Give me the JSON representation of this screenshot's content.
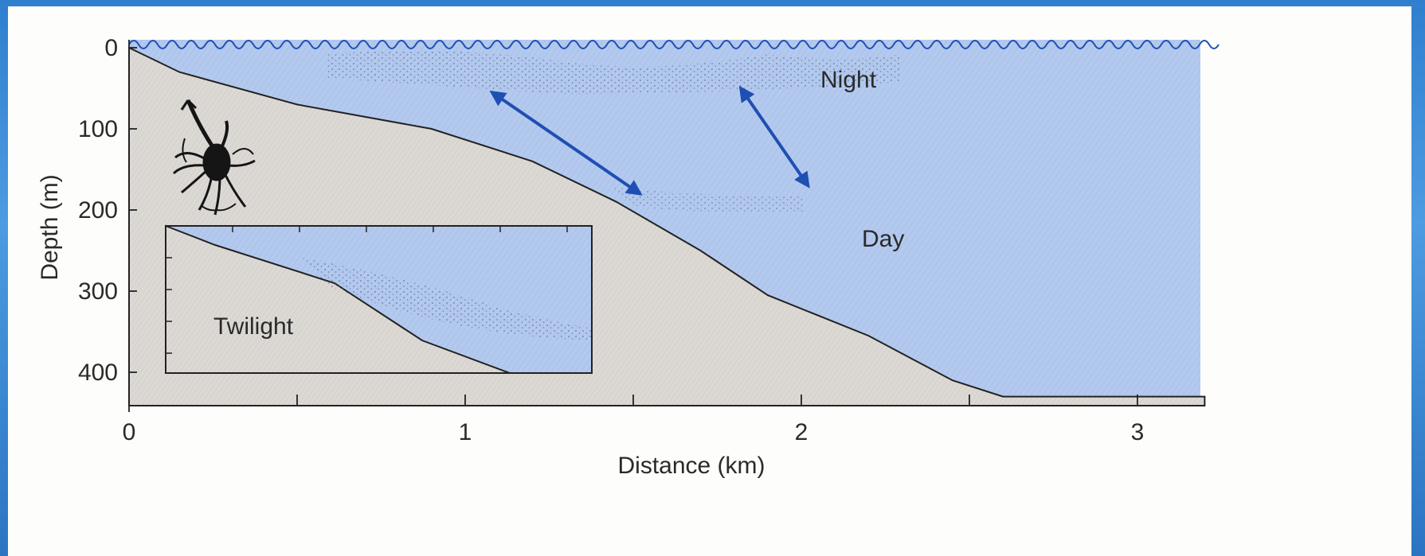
{
  "chart_data": {
    "type": "diagram",
    "xlabel": "Distance (km)",
    "ylabel": "Depth (m)",
    "xlim": [
      0,
      3.2
    ],
    "ylim": [
      0,
      420
    ],
    "x_ticks": [
      "0",
      "1",
      "2",
      "3"
    ],
    "y_ticks": [
      "0",
      "100",
      "200",
      "300",
      "400"
    ],
    "seafloor_profile": [
      {
        "x": 0.0,
        "y": 0
      },
      {
        "x": 0.15,
        "y": 30
      },
      {
        "x": 0.5,
        "y": 70
      },
      {
        "x": 0.9,
        "y": 100
      },
      {
        "x": 1.2,
        "y": 140
      },
      {
        "x": 1.45,
        "y": 190
      },
      {
        "x": 1.7,
        "y": 250
      },
      {
        "x": 1.9,
        "y": 305
      },
      {
        "x": 2.2,
        "y": 355
      },
      {
        "x": 2.45,
        "y": 410
      },
      {
        "x": 2.6,
        "y": 430
      },
      {
        "x": 3.2,
        "y": 430
      }
    ],
    "annotations": [
      "Night",
      "Day",
      "Twilight"
    ],
    "arrows": [
      {
        "from": [
          1.08,
          55
        ],
        "to": [
          1.52,
          180
        ]
      },
      {
        "from": [
          1.82,
          50
        ],
        "to": [
          2.02,
          170
        ]
      }
    ]
  },
  "colors": {
    "water": "#b3c9ee",
    "seafloor": "#d9d6d2",
    "arrow": "#1f4fb3",
    "line": "#222222",
    "frame": "#2e7bcf"
  },
  "icons": [
    "octopus-silhouette-icon",
    "wave-surface-icon"
  ]
}
